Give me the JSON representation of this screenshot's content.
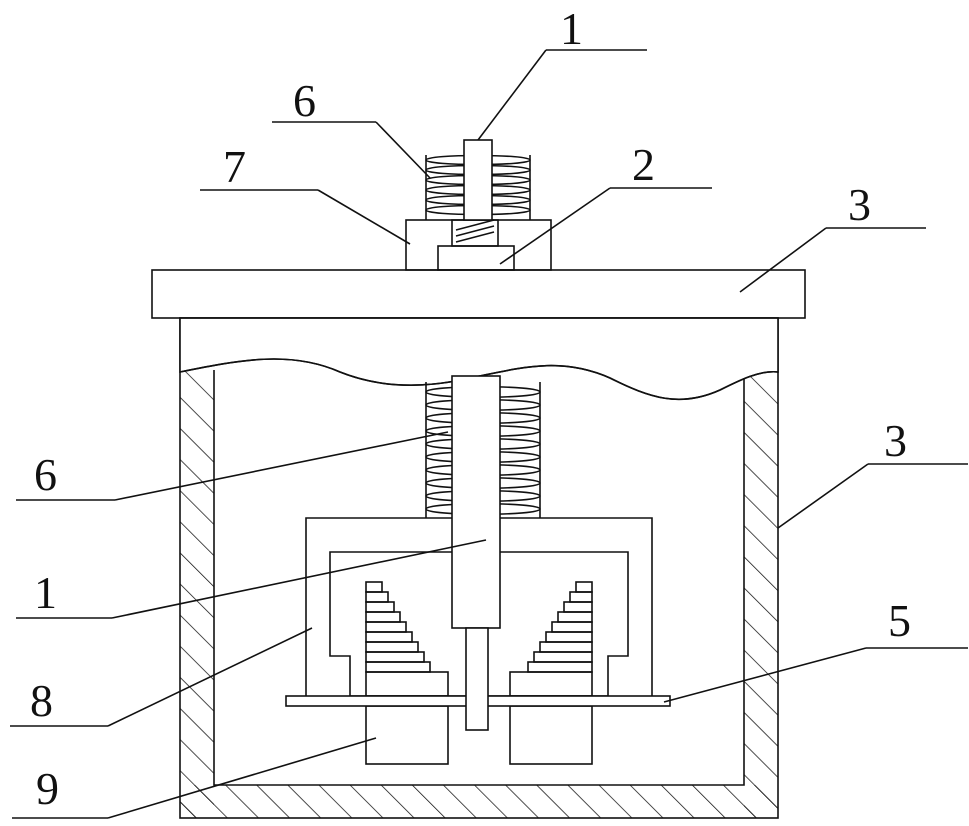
{
  "labels": {
    "rod_top": "1",
    "spring_top": "6",
    "nut": "7",
    "guide_sleeve": "2",
    "cover_plate": "3",
    "housing": "3",
    "spring_inner": "6",
    "rod_inner": "1",
    "bracket": "8",
    "plate": "5",
    "block": "9"
  }
}
